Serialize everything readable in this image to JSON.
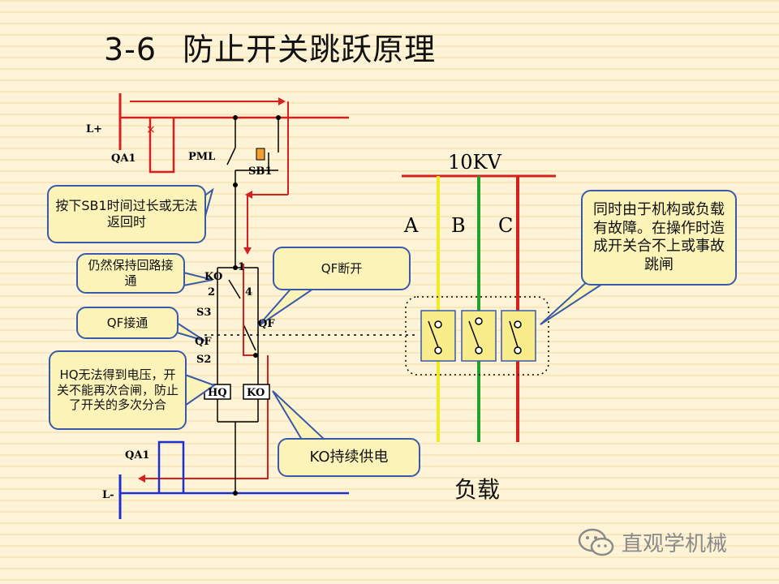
{
  "title": {
    "number": "3-6",
    "text": "防止开关跳跃原理"
  },
  "labels": {
    "l_plus": "L+",
    "qa1_top": "QA1",
    "pml": "PML",
    "sb1": "SB1",
    "ko_contact": "KO",
    "n1": "1",
    "n2": "2",
    "n4": "4",
    "s3": "S3",
    "qf_left": "QF",
    "qf_right": "QF",
    "s2": "S2",
    "hq": "HQ",
    "ko_coil": "KO",
    "qa1_bottom": "QA1",
    "l_minus": "L-",
    "voltage": "10KV",
    "phase_a": "A",
    "phase_b": "B",
    "phase_c": "C",
    "load": "负载"
  },
  "callouts": {
    "press_sb1": "按下SB1时间过长或无法返回时",
    "keep_loop": "仍然保持回路接通",
    "qf_on": "QF接通",
    "hq_no_voltage": "HQ无法得到电压，开关不能再次合闸，防止了开关的多次分合",
    "qf_off": "QF断开",
    "ko_power": "KO持续供电",
    "fault_note": "同时由于机构或负载有故障。在操作时造成开关合不上或事故跳闸"
  },
  "watermark": {
    "text": "直观学机械",
    "icon": "wechat-icon"
  },
  "colors": {
    "red": "#d62020",
    "blue": "#1c2fd0",
    "yellow": "#f0ec20",
    "green": "#22a22a",
    "callout_border": "#3a5aa8",
    "callout_fill": "#fbf3b8"
  }
}
